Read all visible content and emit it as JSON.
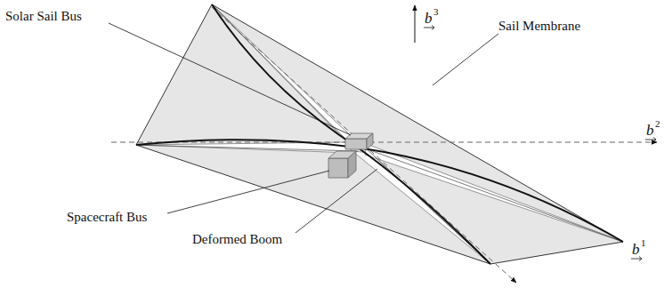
{
  "diagram": {
    "labels": [
      "Solar Sail Bus",
      "Sail Membrane",
      "Spacecraft Bus",
      "Deformed Boom",
      "b",
      "3",
      "b",
      "2",
      "b",
      "1"
    ]
  }
}
